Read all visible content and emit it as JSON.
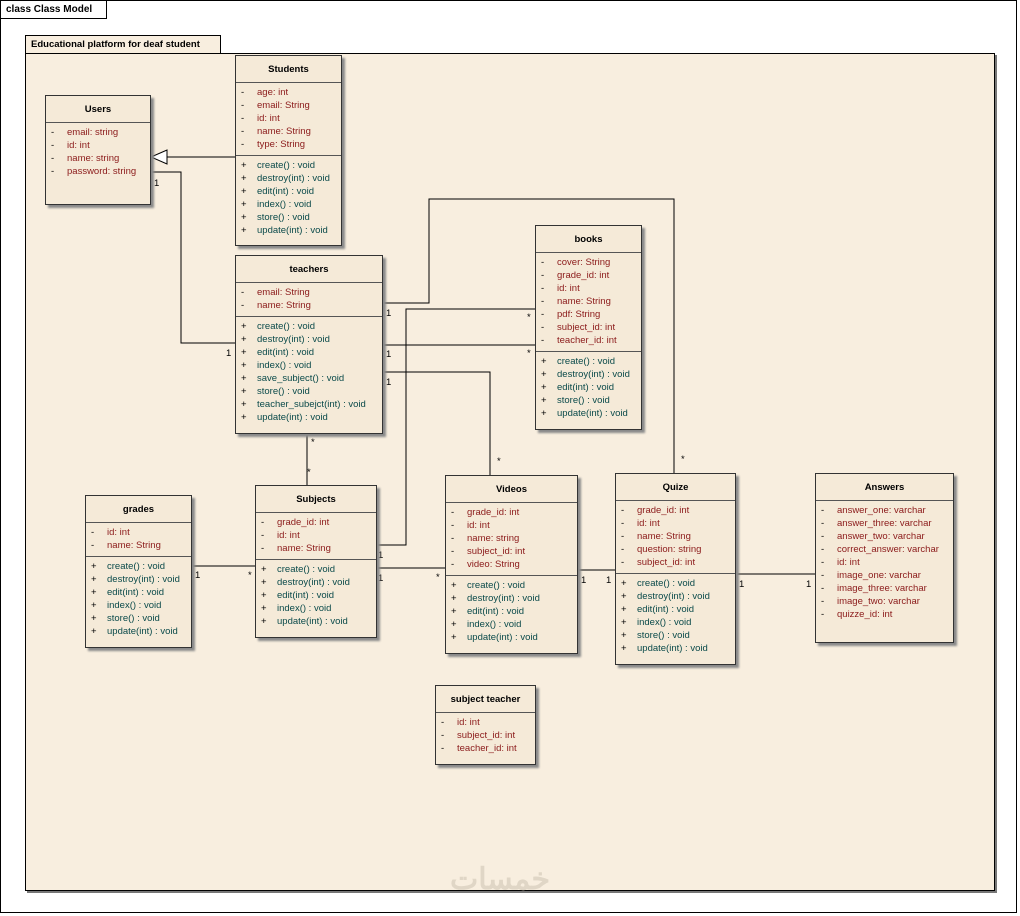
{
  "frame_title": "class Class Model",
  "package_title": "Educational platform for deaf student",
  "classes": {
    "users": {
      "name": "Users",
      "attrs": [
        "email:  string",
        "id:  int",
        "name:  string",
        "password:  string"
      ],
      "ops": []
    },
    "students": {
      "name": "Students",
      "attrs": [
        "age:  int",
        "email:  String",
        "id:  int",
        "name:  String",
        "type:  String"
      ],
      "ops": [
        "create() : void",
        "destroy(int) : void",
        "edit(int) : void",
        "index() : void",
        "store() : void",
        "update(int) : void"
      ]
    },
    "teachers": {
      "name": "teachers",
      "attrs": [
        "email:  String",
        "name:  String"
      ],
      "ops": [
        "create() : void",
        "destroy(int) : void",
        "edit(int) : void",
        "index() : void",
        "save_subject() : void",
        "store() : void",
        "teacher_subejct(int) : void",
        "update(int) : void"
      ]
    },
    "books": {
      "name": "books",
      "attrs": [
        "cover:  String",
        "grade_id:  int",
        "id:  int",
        "name:  String",
        "pdf:  String",
        "subject_id:  int",
        "teacher_id:  int"
      ],
      "ops": [
        "create() : void",
        "destroy(int) : void",
        "edit(int) : void",
        "store() : void",
        "update(int) : void"
      ]
    },
    "grades": {
      "name": "grades",
      "attrs": [
        "id:  int",
        "name:  String"
      ],
      "ops": [
        "create() : void",
        "destroy(int) : void",
        "edit(int) : void",
        "index() : void",
        "store() : void",
        "update(int) : void"
      ]
    },
    "subjects": {
      "name": "Subjects",
      "attrs": [
        "grade_id:  int",
        "id:  int",
        "name:  String"
      ],
      "ops": [
        "create() : void",
        "destroy(int) : void",
        "edit(int) : void",
        "index() : void",
        "update(int) : void"
      ]
    },
    "videos": {
      "name": "Videos",
      "attrs": [
        "grade_id:  int",
        "id:  int",
        "name:  string",
        "subject_id:  int",
        "video:  String"
      ],
      "ops": [
        "create() : void",
        "destroy(int) : void",
        "edit(int) : void",
        "index() : void",
        "update(int) : void"
      ]
    },
    "quize": {
      "name": "Quize",
      "attrs": [
        "grade_id:  int",
        "id:  int",
        "name:  String",
        "question:  string",
        "subject_id:  int"
      ],
      "ops": [
        "create() : void",
        "destroy(int) : void",
        "edit(int) : void",
        "index() : void",
        "store() : void",
        "update(int) : void"
      ]
    },
    "answers": {
      "name": "Answers",
      "attrs": [
        "answer_one:  varchar",
        "answer_three:  varchar",
        "answer_two:  varchar",
        "correct_answer:  varchar",
        "id:  int",
        "image_one:  varchar",
        "image_three:  varchar",
        "image_two:  varchar",
        "quizze_id:  int"
      ],
      "ops": []
    },
    "subject_teacher": {
      "name": "subject teacher",
      "attrs": [
        "id:  int",
        "subject_id:  int",
        "teacher_id:  int"
      ],
      "ops": []
    }
  },
  "multiplicities": {
    "users_teachers_users": "1",
    "users_teachers_teachers": "1",
    "teachers_quize_teachers": "1",
    "teachers_quize_quize": "*",
    "teachers_books_teachers": "1",
    "teachers_books_books": "*",
    "teachers_videos_teachers": "1",
    "teachers_videos_videos": "*",
    "subjects_books_subjects": "1",
    "subjects_books_books": "*",
    "teachers_subjects_teachers": "*",
    "teachers_subjects_subjects": "*",
    "grades_subjects_grades": "1",
    "grades_subjects_subjects": "*",
    "subjects_videos_subjects": "1",
    "subjects_videos_videos": "*",
    "videos_quize_videos": "1",
    "videos_quize_quize": "1",
    "quize_answers_quize": "1",
    "quize_answers_answers": "1"
  },
  "watermark": "خمسات"
}
